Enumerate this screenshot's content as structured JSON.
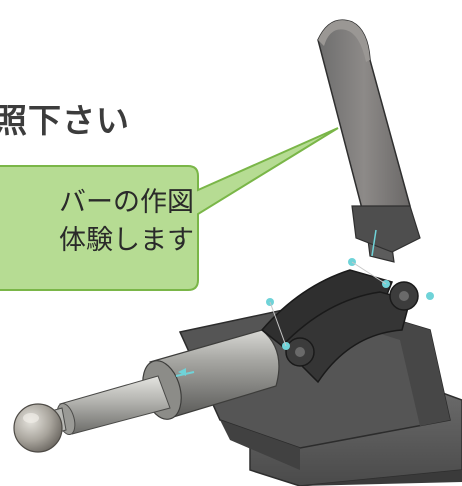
{
  "heading": {
    "text": "照下さい"
  },
  "callout": {
    "line1": "バーの作図",
    "line2": "体験します",
    "fill": "#b6dc93",
    "stroke": "#7ab648"
  },
  "model": {
    "name": "toggle-clamp-3d-model",
    "base_color": "#5a5a5a",
    "plunger_color": "#b0b0ac",
    "joint_highlight": "#6fd3d8"
  }
}
